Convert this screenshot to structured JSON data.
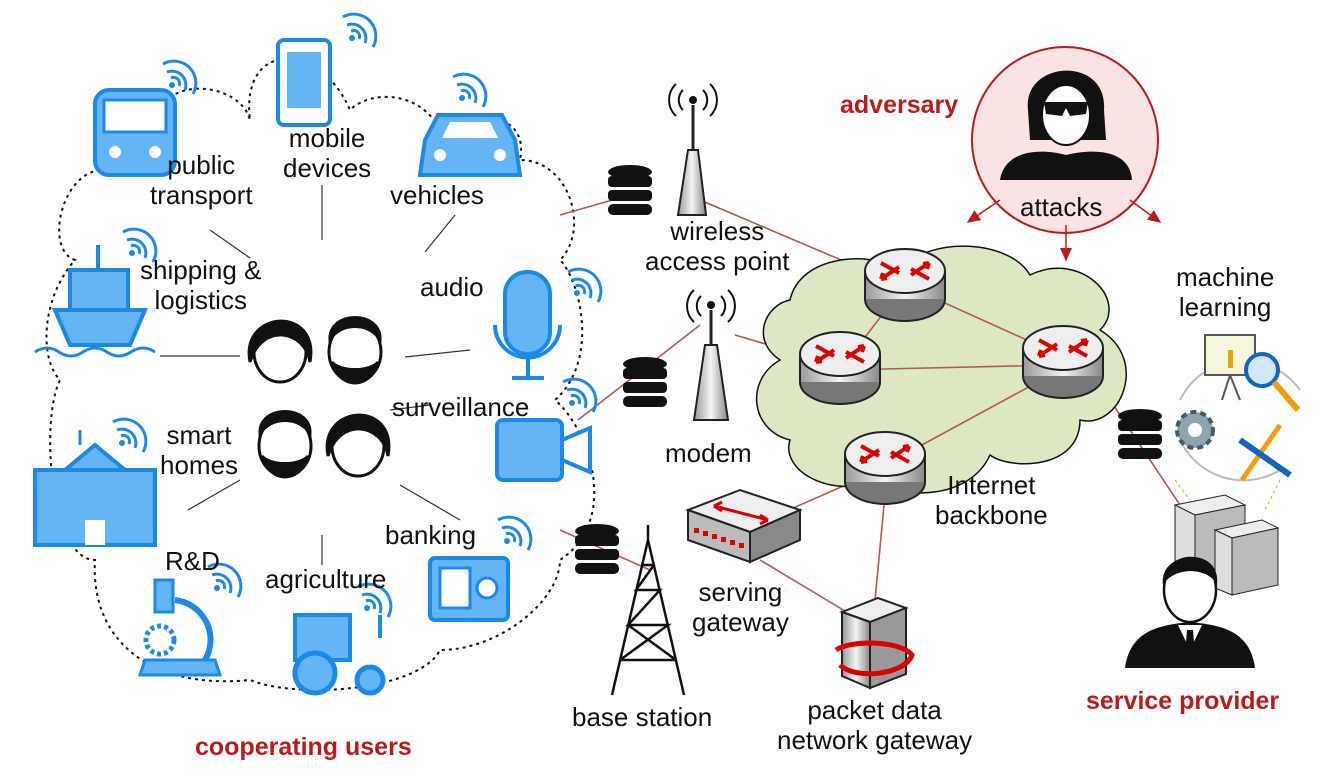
{
  "colors": {
    "device_blue": "#1e88e5",
    "device_fill": "#64b5f6",
    "accent_red": "#b71c1c",
    "cloud_fill": "#dce8c4",
    "link_brown": "#b05a50",
    "dark": "#111111"
  },
  "users": {
    "group_label": "cooperating users",
    "categories": [
      {
        "id": "public-transport",
        "line1": "public",
        "line2": "transport",
        "icon": "bus-icon"
      },
      {
        "id": "mobile-devices",
        "line1": "mobile",
        "line2": "devices",
        "icon": "tablet-icon"
      },
      {
        "id": "vehicles",
        "line1": "vehicles",
        "icon": "car-icon"
      },
      {
        "id": "shipping",
        "line1": "shipping &",
        "line2": "logistics",
        "icon": "ship-icon"
      },
      {
        "id": "audio",
        "line1": "audio",
        "icon": "microphone-icon"
      },
      {
        "id": "surveillance",
        "line1": "surveillance",
        "icon": "video-camera-icon"
      },
      {
        "id": "smart-homes",
        "line1": "smart",
        "line2": "homes",
        "icon": "building-icon"
      },
      {
        "id": "banking",
        "line1": "banking",
        "icon": "safe-icon"
      },
      {
        "id": "rd",
        "line1": "R&D",
        "icon": "microscope-icon"
      },
      {
        "id": "agriculture",
        "line1": "agriculture",
        "icon": "tractor-icon"
      }
    ]
  },
  "network": {
    "wireless_ap": {
      "line1": "wireless",
      "line2": "access point"
    },
    "modem": "modem",
    "base_station": "base station",
    "serving_gateway": {
      "line1": "serving",
      "line2": "gateway"
    },
    "pdn_gateway": {
      "line1": "packet data",
      "line2": "network gateway"
    },
    "backbone": {
      "line1": "Internet",
      "line2": "backbone"
    }
  },
  "adversary": {
    "label": "adversary",
    "attacks": "attacks"
  },
  "provider": {
    "label": "service provider",
    "ml": {
      "line1": "machine",
      "line2": "learning"
    }
  }
}
